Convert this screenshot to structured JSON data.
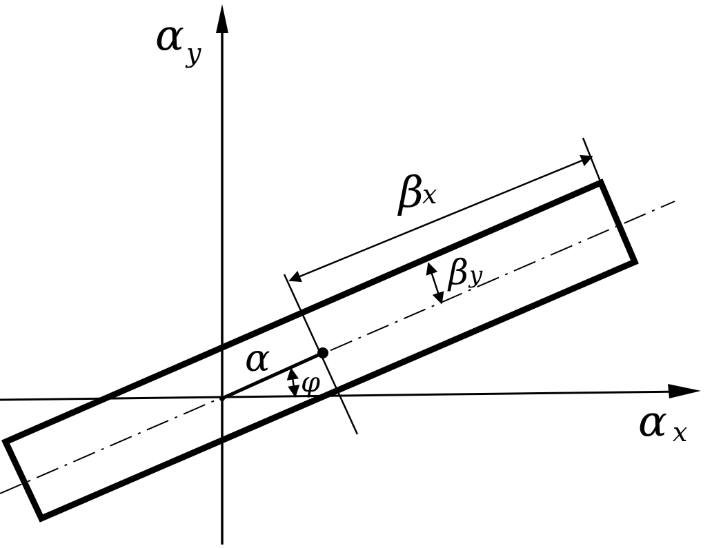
{
  "labels": {
    "y_axis": "α",
    "y_axis_sub": "y",
    "x_axis": "α",
    "x_axis_sub": "x",
    "beta_x": "β",
    "beta_x_sub": "x",
    "beta_y": "β",
    "beta_y_sub": "y",
    "alpha": "α",
    "phi": "φ"
  },
  "colors": {
    "ink": "#000000",
    "paper": "#ffffff"
  }
}
